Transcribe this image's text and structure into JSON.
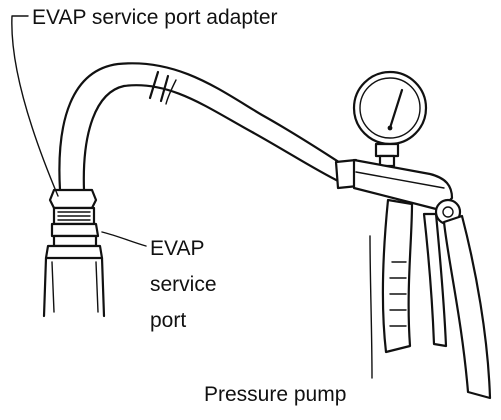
{
  "labels": {
    "adapter": "EVAP service port adapter",
    "port_line1": "EVAP",
    "port_line2": "service",
    "port_line3": "port",
    "pump": "Pressure pump"
  }
}
